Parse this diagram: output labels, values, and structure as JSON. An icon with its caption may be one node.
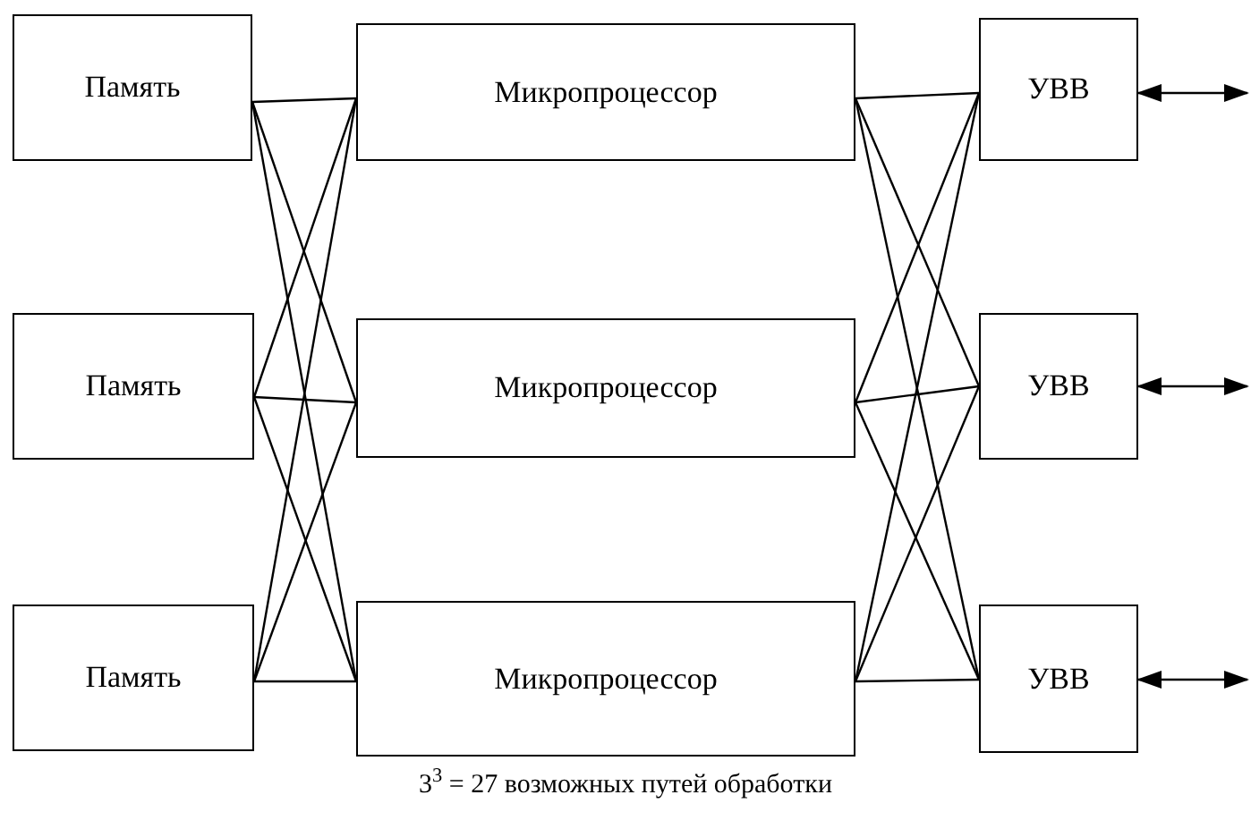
{
  "diagram": {
    "caption": "3$^{3}$ = 27 возможных путей обработки",
    "nodes": [
      {
        "text": [
          "Память"
        ]
      },
      {
        "text": [
          "Микропроцессор"
        ]
      },
      {
        "text": [
          "УВВ"
        ]
      },
      {
        "text": [
          "Память"
        ]
      },
      {
        "text": [
          "Микропроцессор"
        ]
      },
      {
        "text": [
          "УВВ"
        ]
      },
      {
        "text": [
          "Память"
        ]
      },
      {
        "text": [
          "Микропроцессор"
        ]
      },
      {
        "text": [
          "УВВ"
        ]
      }
    ],
    "edges": [
      {
        "from": 0,
        "to": 1,
        "arrow": "none"
      },
      {
        "from": 0,
        "to": 4,
        "arrow": "none"
      },
      {
        "from": 0,
        "to": 7,
        "arrow": "none"
      },
      {
        "from": 3,
        "to": 1,
        "arrow": "none"
      },
      {
        "from": 3,
        "to": 4,
        "arrow": "none"
      },
      {
        "from": 3,
        "to": 7,
        "arrow": "none"
      },
      {
        "from": 6,
        "to": 1,
        "arrow": "none"
      },
      {
        "from": 6,
        "to": 4,
        "arrow": "none"
      },
      {
        "from": 6,
        "to": 7,
        "arrow": "none"
      },
      {
        "from": 1,
        "to": 2,
        "arrow": "none"
      },
      {
        "from": 1,
        "to": 5,
        "arrow": "none"
      },
      {
        "from": 1,
        "to": 8,
        "arrow": "none"
      },
      {
        "from": 4,
        "to": 2,
        "arrow": "none"
      },
      {
        "from": 4,
        "to": 5,
        "arrow": "none"
      },
      {
        "from": 4,
        "to": 8,
        "arrow": "none"
      },
      {
        "from": 7,
        "to": 2,
        "arrow": "none"
      },
      {
        "from": 7,
        "to": 5,
        "arrow": "none"
      },
      {
        "from": 7,
        "to": 8,
        "arrow": "none"
      },
      {
        "from": 2,
        "to": null,
        "arrow": "both"
      },
      {
        "from": 5,
        "to": null,
        "arrow": "both"
      },
      {
        "from": 8,
        "to": null,
        "arrow": "both"
      }
    ]
  }
}
